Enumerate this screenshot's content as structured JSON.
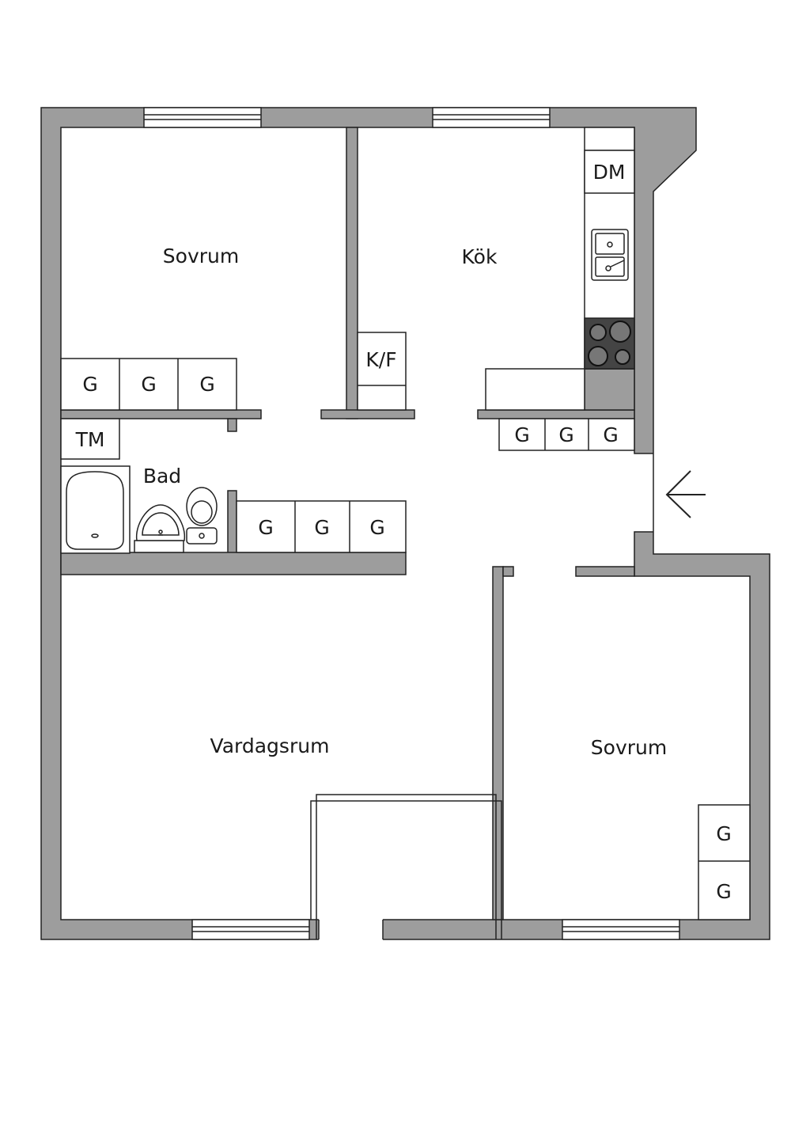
{
  "rooms": {
    "bedroom_1": "Sovrum",
    "kitchen": "Kök",
    "bathroom": "Bad",
    "living_room": "Vardagsrum",
    "bedroom_2": "Sovrum"
  },
  "fixtures": {
    "dishwasher": "DM",
    "fridge_freezer": "K/F",
    "drying_cabinet": "TM",
    "wardrobe": "G"
  },
  "colors": {
    "wall": "#9d9d9d",
    "line": "#222222",
    "background": "#ffffff",
    "stove": "#444444"
  },
  "icons": {
    "entrance": "arrow-left-icon",
    "sink": "sink-icon",
    "stove": "stove-icon",
    "bathtub": "bathtub-icon",
    "washbasin": "washbasin-icon",
    "toilet": "toilet-icon"
  }
}
